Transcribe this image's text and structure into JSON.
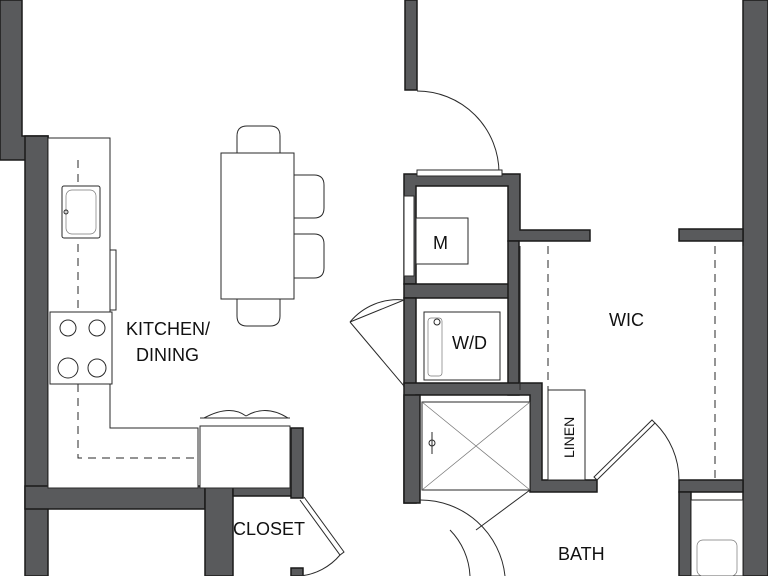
{
  "rooms": {
    "kitchen_line1": "KITCHEN/",
    "kitchen_line2": "DINING",
    "wic": "WIC",
    "linen": "LINEN",
    "closet": "CLOSET",
    "bath": "BATH"
  },
  "appliances": {
    "microwave": "M",
    "washer_dryer": "W/D"
  },
  "colors": {
    "wall": "#595a5c",
    "line": "#2a2a2a",
    "background": "#ffffff"
  }
}
